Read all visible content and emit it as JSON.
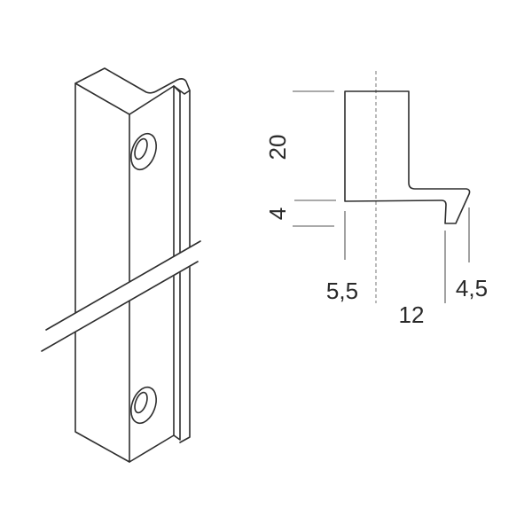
{
  "diagram": {
    "type": "technical-drawing",
    "views": {
      "isometric": {
        "label": "profile rail isometric view",
        "holes": 2
      },
      "profile": {
        "label": "cross-section profile"
      }
    },
    "dimensions": {
      "height_upper": "20",
      "height_lower": "4",
      "width_left": "5,5",
      "width_total": "12",
      "width_hook": "4,5"
    },
    "colors": {
      "line": "#2e2e2e",
      "dimension_line": "#555555",
      "background": "#ffffff"
    }
  }
}
